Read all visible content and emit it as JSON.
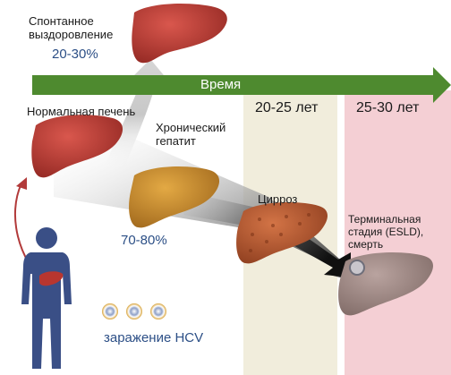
{
  "timeline": {
    "label": "Время",
    "period_1": "20-25 лет",
    "period_2": "25-30 лет"
  },
  "stages": {
    "recovery": {
      "label_line1": "Спонтанное",
      "label_line2": "выздоровление",
      "percent": "20-30%"
    },
    "normal": {
      "label": "Нормальная печень"
    },
    "chronic": {
      "label_line1": "Хронический",
      "label_line2": "гепатит",
      "percent": "70-80%"
    },
    "cirrhosis": {
      "label": "Цирроз"
    },
    "terminal": {
      "label_line1": "Терминальная",
      "label_line2": "стадия (ESLD),",
      "label_line3": "смерть"
    }
  },
  "infection": {
    "label": "заражение HCV"
  },
  "colors": {
    "timebar": "#4e8a2f",
    "period1_bg": "#f1eddc",
    "period2_bg": "#f4cfd4",
    "liver_normal": "#b8362f",
    "liver_chronic": "#c98a2a",
    "liver_cirrhosis": "#b5542d",
    "liver_terminal": "#a08a86",
    "human": "#3a4f86",
    "text_percent": "#2c4f86"
  }
}
